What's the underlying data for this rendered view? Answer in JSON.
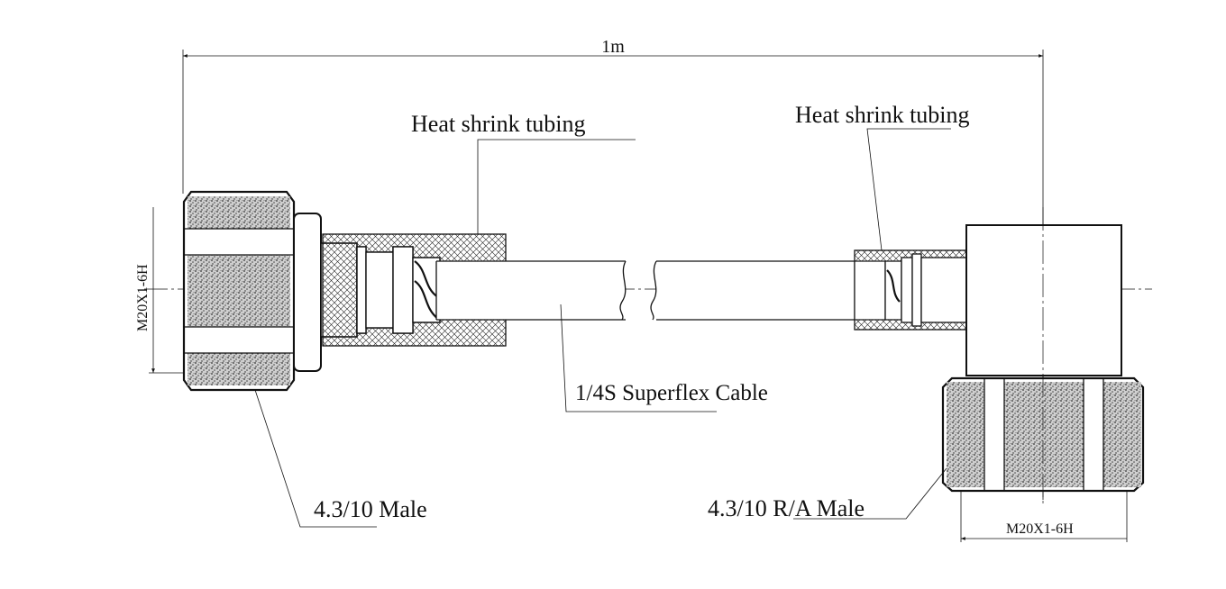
{
  "labels": {
    "length": "1m",
    "heat_shrink_left": "Heat shrink tubing",
    "heat_shrink_right": "Heat shrink tubing",
    "cable": "1/4S Superflex Cable",
    "connector_left": "4.3/10 Male",
    "connector_right": "4.3/10 R/A Male",
    "thread_left": "M20X1-6H",
    "thread_right": "M20X1-6H"
  },
  "colors": {
    "line": "#111111",
    "knurl": "#9a9a9a",
    "background": "#ffffff"
  }
}
